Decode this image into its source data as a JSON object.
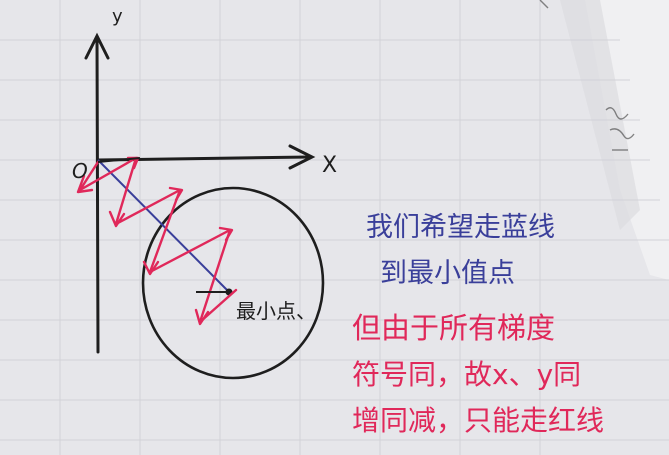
{
  "axes": {
    "y_label": "y",
    "x_label": "X",
    "origin_label": "O"
  },
  "min_point_label": "最小点、",
  "notes": {
    "blue_line1": "我们希望走蓝线",
    "blue_line2": "到最小值点",
    "red_line1": "但由于所有梯度",
    "red_line2": "符号同，故x、y同",
    "red_line3": "增同减，只能走红线"
  },
  "colors": {
    "ink": "#1e1e1e",
    "blue_ink": "#3a3f9a",
    "red_ink": "#e0285a",
    "paper": "#e9e9ec"
  }
}
